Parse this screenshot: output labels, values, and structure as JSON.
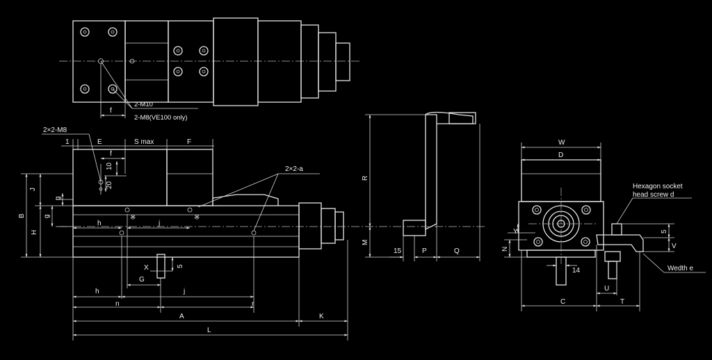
{
  "top_view": {
    "callout_m10": "2-M10",
    "callout_m8_ve100": "2-M8(VE100 only)",
    "dim_f": "f"
  },
  "front_view": {
    "callout_2x2_m8": "2×2-M8",
    "callout_2x2_a": "2×2-a",
    "dims": {
      "one": "1",
      "E": "E",
      "S_max": "S max",
      "F": "F",
      "f": "f",
      "ten": "10",
      "twenty": "20",
      "J": "J",
      "g_top": "g",
      "g_mid": "g",
      "B": "B",
      "H": "H",
      "h_upper": "h",
      "j_upper": "j",
      "star": "※",
      "X": "X",
      "five": "5",
      "G": "G",
      "h_lower": "h",
      "j_lower": "j",
      "n": "n",
      "r": "r",
      "A": "A",
      "K": "K",
      "L": "L"
    }
  },
  "side_view": {
    "dims": {
      "R": "R",
      "M": "M",
      "fifteen": "15",
      "P": "P",
      "Q": "Q"
    }
  },
  "end_view": {
    "dims": {
      "W": "W",
      "D": "D",
      "Y": "Y",
      "N": "N",
      "fourteen": "14",
      "C": "C",
      "T": "T",
      "U": "U",
      "V": "V",
      "five": "5"
    },
    "note_hex_line1": "Hexagon socket",
    "note_hex_line2": "head screw d",
    "note_width": "Wedth e"
  },
  "colors": {
    "background": "#000000",
    "line": "#e6e6e6"
  }
}
